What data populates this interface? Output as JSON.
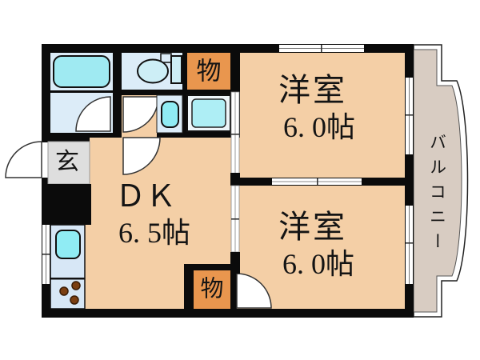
{
  "rooms": {
    "dk": {
      "label": "ＤＫ",
      "size": "6. 5帖"
    },
    "western_top": {
      "label": "洋室",
      "size": "6. 0帖"
    },
    "western_bottom": {
      "label": "洋室",
      "size": "6. 0帖"
    },
    "entrance": {
      "label": "玄"
    },
    "storage_top": {
      "label": "物"
    },
    "storage_bottom": {
      "label": "物"
    },
    "balcony": {
      "label": "バルコニー"
    }
  },
  "colors": {
    "wall": "#0b0b0b",
    "room_floor": "#f4cfa6",
    "balcony_floor": "#d8ccc2",
    "wet_room_floor": "#dcecf8",
    "fixture_cyan": "#90ecf4",
    "closet_orange": "#e9964e",
    "entrance_gray": "#dedede"
  },
  "icons": [
    "bathtub-icon",
    "toilet-icon",
    "washbasin-icon",
    "washing-machine-icon",
    "kitchen-sink-icon",
    "stove-burner-icon",
    "door-swing-icon",
    "sliding-door-icon",
    "window-icon"
  ]
}
